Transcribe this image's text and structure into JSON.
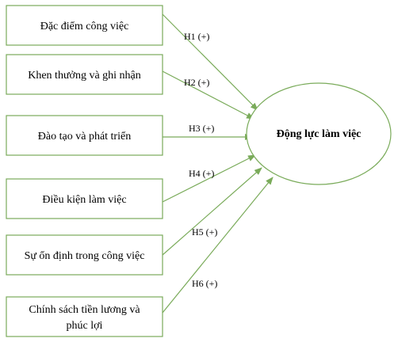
{
  "diagram": {
    "factors": [
      {
        "id": "f1",
        "lines": [
          "Đặc điểm công việc"
        ]
      },
      {
        "id": "f2",
        "lines": [
          "Khen thưởng và ghi nhận"
        ]
      },
      {
        "id": "f3",
        "lines": [
          "Đào tạo và phát triển"
        ]
      },
      {
        "id": "f4",
        "lines": [
          "Điều kiện làm việc"
        ]
      },
      {
        "id": "f5",
        "lines": [
          "Sự ổn định trong công việc"
        ]
      },
      {
        "id": "f6",
        "lines": [
          "Chính sách tiền lương và",
          "phúc lợi"
        ]
      }
    ],
    "outcome": {
      "label": "Động lực làm việc"
    },
    "hypotheses": [
      {
        "from": "f1",
        "label": "H1 (+)"
      },
      {
        "from": "f2",
        "label": "H2 (+)"
      },
      {
        "from": "f3",
        "label": "H3 (+)"
      },
      {
        "from": "f4",
        "label": "H4 (+)"
      },
      {
        "from": "f5",
        "label": "H5 (+)"
      },
      {
        "from": "f6",
        "label": "H6 (+)"
      }
    ],
    "colors": {
      "stroke": "#7aab5a",
      "text": "#000000",
      "background": "#ffffff"
    }
  }
}
